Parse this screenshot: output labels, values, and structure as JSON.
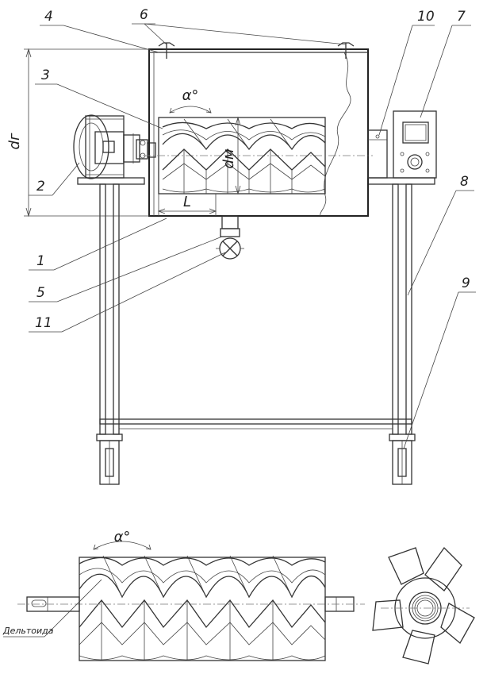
{
  "callouts": [
    "1",
    "2",
    "3",
    "4",
    "5",
    "6",
    "7",
    "8",
    "9",
    "10",
    "11"
  ],
  "dimensions": {
    "dg": "dг",
    "dm": "dм",
    "length": "L",
    "angle_top": "α°",
    "angle_bottom": "α°"
  },
  "labels": {
    "deltoid": "Дельтоида"
  }
}
